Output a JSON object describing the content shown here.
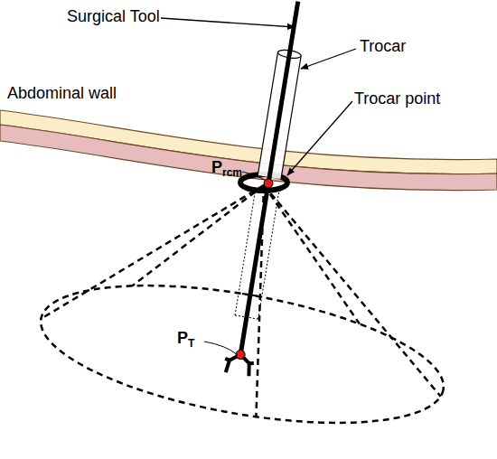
{
  "diagram": {
    "labels": [
      "Surgical Tool",
      "Trocar",
      "Abdominal wall",
      "Trocar point",
      "Prcm",
      "PT"
    ]
  }
}
